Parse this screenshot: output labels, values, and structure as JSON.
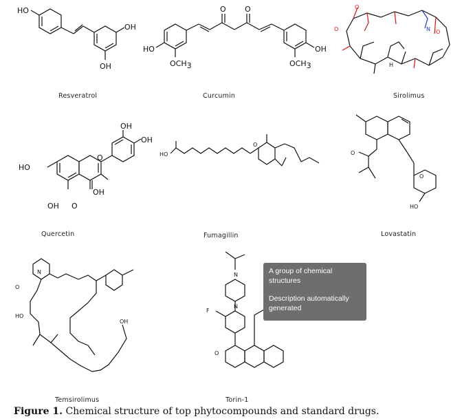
{
  "figure": {
    "caption_label": "Figure 1.",
    "caption_text": "Chemical structure of top phytocompounds and standard drugs."
  },
  "compounds": [
    {
      "name": "Resveratrol"
    },
    {
      "name": "Curcumin"
    },
    {
      "name": "Sirolimus"
    },
    {
      "name": "Quercetin"
    },
    {
      "name": "Fumagillin"
    },
    {
      "name": "Lovastatin"
    },
    {
      "name": "Temsirolimus"
    },
    {
      "name": "Torin-1"
    }
  ],
  "tooltip": {
    "line1": "A group of chemical structures",
    "line2": "Description automatically generated"
  },
  "atom_labels": {
    "oh": "OH",
    "ho": "HO",
    "och3": "OCH",
    "sub3": "3",
    "o": "O",
    "n": "N",
    "h": "H",
    "f": "F",
    "hc": "H",
    "c": "C",
    "ch": "CH"
  }
}
